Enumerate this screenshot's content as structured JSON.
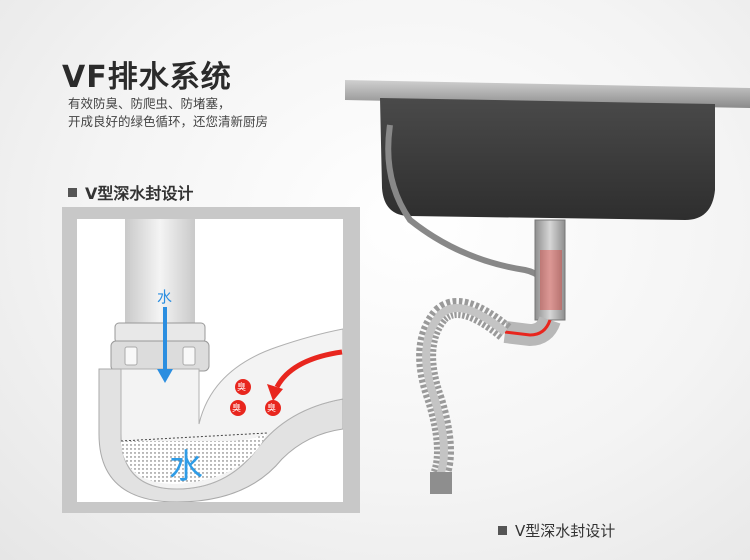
{
  "header": {
    "title": "VF排水系统",
    "subtitle_line1": "有效防臭、防爬虫、防堵塞，",
    "subtitle_line2": "开成良好的绿色循环，还您清新厨房"
  },
  "diagram": {
    "section_label": "V型深水封设计",
    "water_down_label": "水",
    "water_trap_label": "水",
    "odor_labels": [
      "臭",
      "臭",
      "臭"
    ]
  },
  "photo": {
    "caption": "V型深水封设计"
  },
  "colors": {
    "arrow_blue": "#2b8ee0",
    "arrow_red": "#e8261e",
    "water_text": "#2f9ce6"
  }
}
